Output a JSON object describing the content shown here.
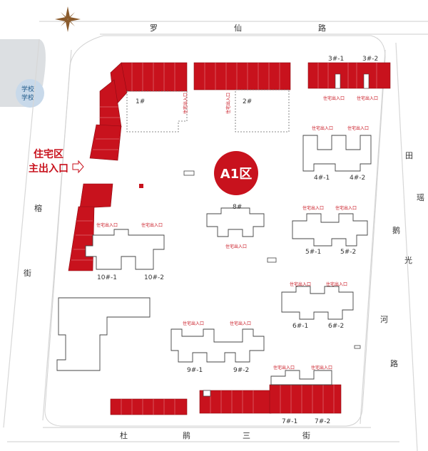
{
  "roads": {
    "north": [
      "罗",
      "仙",
      "路"
    ],
    "west": [
      "榕",
      "街"
    ],
    "south": [
      "杜",
      "鹃",
      "三",
      "街"
    ],
    "east": [
      "田",
      "瑶",
      "鹅",
      "光",
      "河",
      "路"
    ]
  },
  "school": [
    "学校",
    "学校"
  ],
  "main_entrance": [
    "住宅区",
    "主出入口"
  ],
  "zone": "A1区",
  "entry_text": "住宅出入口",
  "buildings": {
    "b1": "1#",
    "b2": "2#",
    "b3_1": "3#-1",
    "b3_2": "3#-2",
    "b4_1": "4#-1",
    "b4_2": "4#-2",
    "b5_1": "5#-1",
    "b5_2": "5#-2",
    "b6_1": "6#-1",
    "b6_2": "6#-2",
    "b7_1": "7#-1",
    "b7_2": "7#-2",
    "b8": "8#",
    "b9_1": "9#-1",
    "b9_2": "9#-2",
    "b10_1": "10#-1",
    "b10_2": "10#-2"
  },
  "colors": {
    "shop": "#c8121d",
    "outline": "#444444",
    "road": "#d7d7d7",
    "school_area": "#dcdfe2"
  },
  "icons": {
    "compass": "compass-rose-icon",
    "entry_arrow": "arrow-right-icon"
  }
}
